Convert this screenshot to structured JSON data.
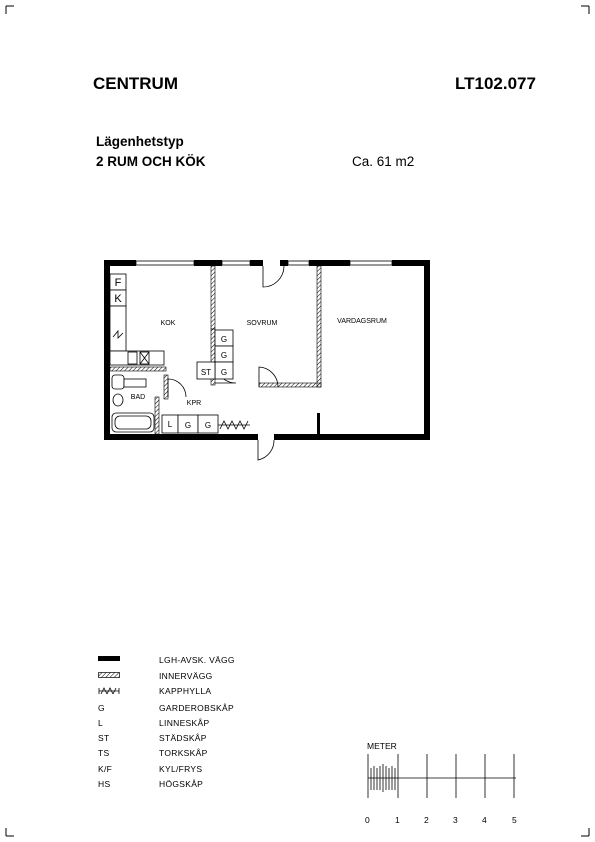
{
  "header": {
    "area_name": "CENTRUM",
    "apartment_id": "LT102.077",
    "type_label": "Lägenhetstyp",
    "type_value": "2 RUM OCH KÖK",
    "size": "Ca. 61 m2"
  },
  "plan": {
    "rooms": {
      "kitchen": "KOK",
      "bedroom": "SOVRUM",
      "living": "VARDAGSRUM",
      "bath": "BAD",
      "hall": "KPR"
    },
    "storage_labels": {
      "fridge_f": "F",
      "fridge_k": "K",
      "g": "G",
      "st": "ST",
      "l": "L"
    }
  },
  "legend": [
    {
      "symbol": "outer-wall",
      "code": "",
      "label": "LGH-AVSK. VÄGG"
    },
    {
      "symbol": "inner-wall",
      "code": "",
      "label": "INNERVÄGG"
    },
    {
      "symbol": "coat-shelf",
      "code": "",
      "label": "KAPPHYLLA"
    },
    {
      "symbol": "text",
      "code": "G",
      "label": "GARDEROBSKÅP"
    },
    {
      "symbol": "text",
      "code": "L",
      "label": "LINNESKÅP"
    },
    {
      "symbol": "text",
      "code": "ST",
      "label": "STÄDSKÅP"
    },
    {
      "symbol": "text",
      "code": "TS",
      "label": "TORKSKÅP"
    },
    {
      "symbol": "text",
      "code": "K/F",
      "label": "KYL/FRYS"
    },
    {
      "symbol": "text",
      "code": "HS",
      "label": "HÖGSKÅP"
    }
  ],
  "scale": {
    "title": "METER",
    "ticks": [
      "0",
      "1",
      "2",
      "3",
      "4",
      "5"
    ]
  }
}
